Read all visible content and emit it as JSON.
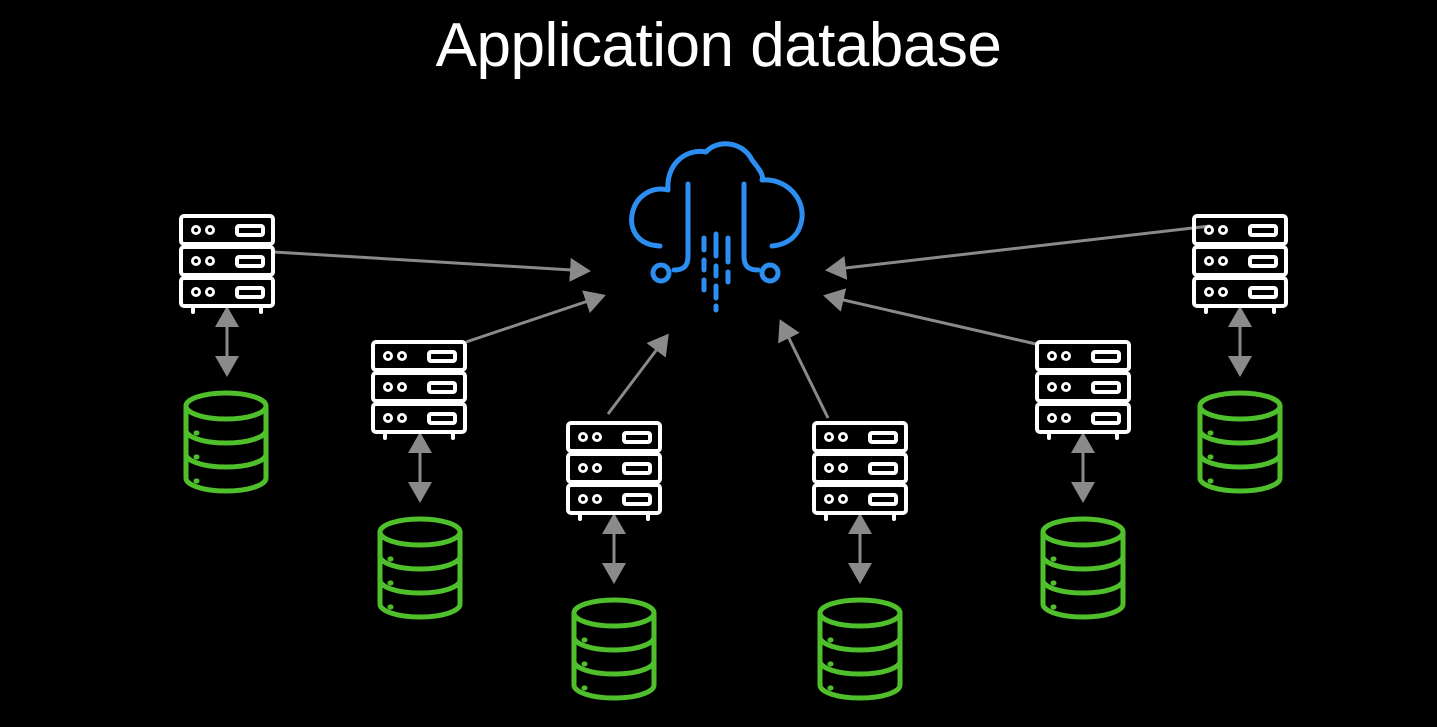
{
  "title": "Application database",
  "colors": {
    "background": "#000000",
    "cloud": "#2b8ef0",
    "server": "#ffffff",
    "database": "#4fbf2b",
    "arrow": "#8a8a8a"
  },
  "nodes": {
    "cloud": {
      "icon": "cloud-network-icon"
    },
    "servers": [
      {
        "icon": "server-rack-icon",
        "connected_database": "database-icon"
      },
      {
        "icon": "server-rack-icon",
        "connected_database": "database-icon"
      },
      {
        "icon": "server-rack-icon",
        "connected_database": "database-icon"
      },
      {
        "icon": "server-rack-icon",
        "connected_database": "database-icon"
      },
      {
        "icon": "server-rack-icon",
        "connected_database": "database-icon"
      },
      {
        "icon": "server-rack-icon",
        "connected_database": "database-icon"
      }
    ]
  },
  "edges": {
    "server_to_cloud": "one-way",
    "server_to_database": "two-way"
  }
}
